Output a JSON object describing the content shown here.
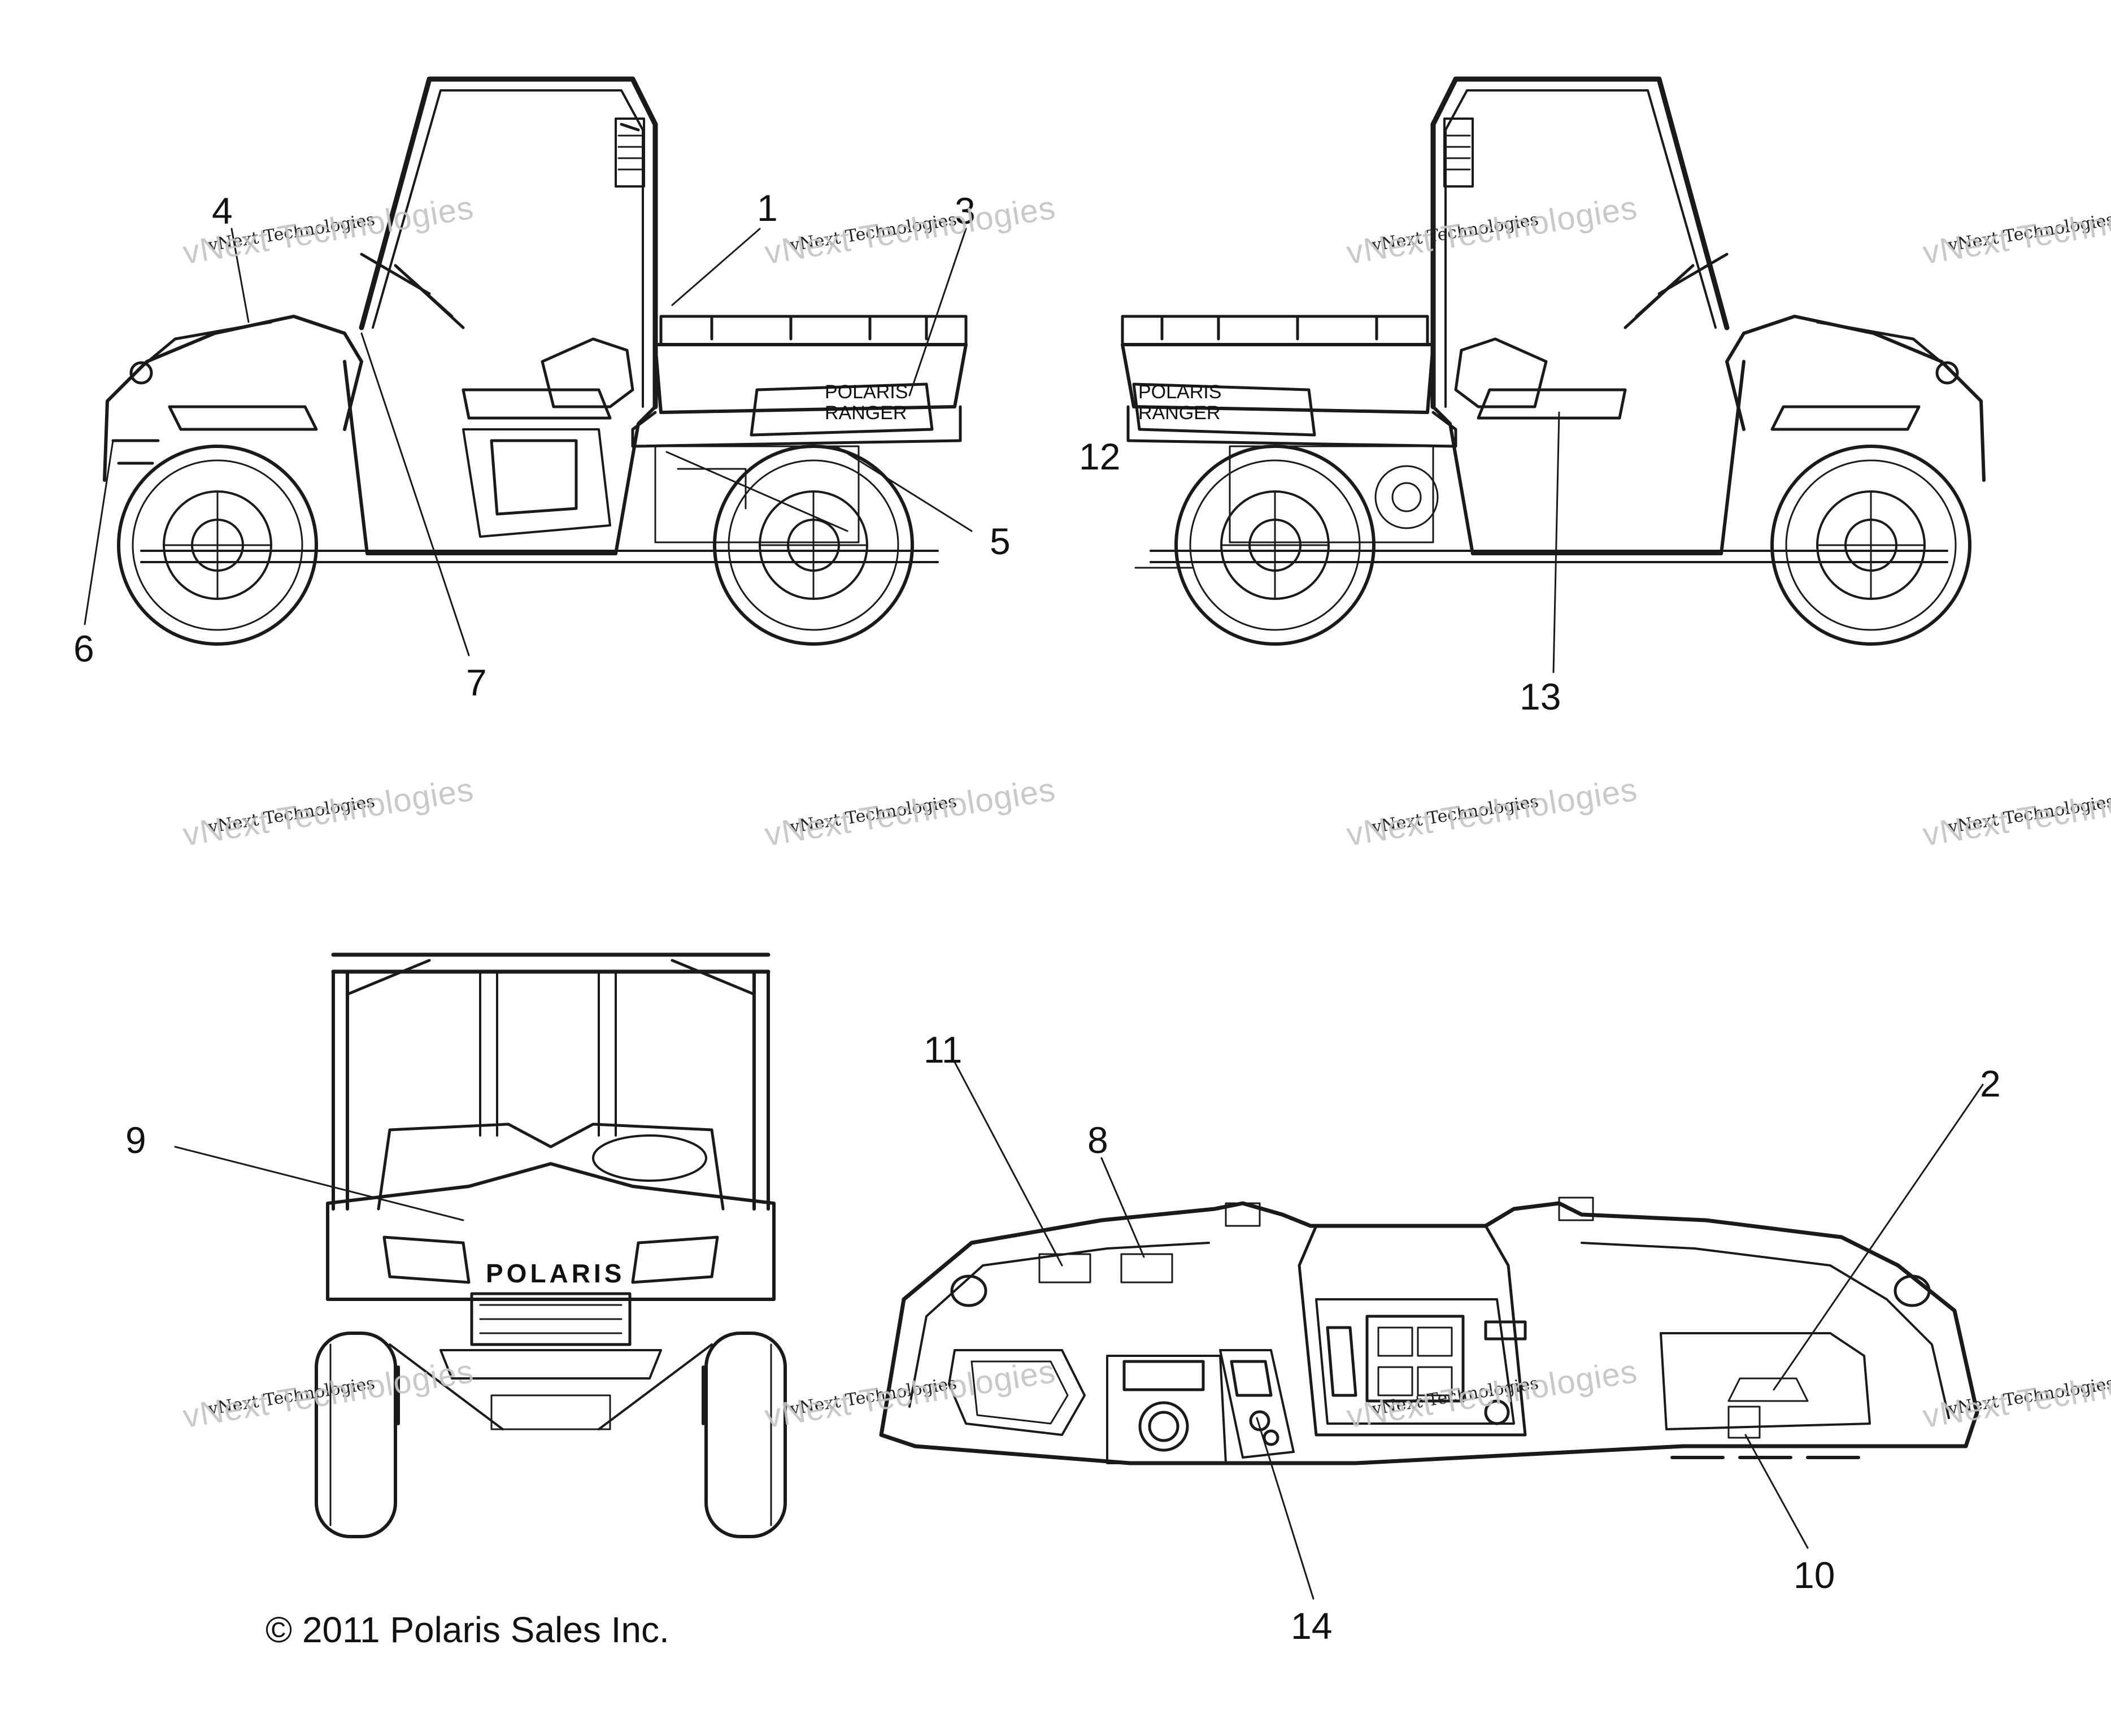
{
  "callouts": [
    "1",
    "2",
    "3",
    "4",
    "5",
    "6",
    "7",
    "8",
    "9",
    "10",
    "11",
    "12",
    "13",
    "14"
  ],
  "vehicle_text": {
    "ranger_left": "RANGER",
    "ranger_right": "RANGER",
    "polaris_front": "POLARIS"
  },
  "watermark": {
    "big": "vNext Technologies",
    "small": "vNext Technologies"
  },
  "copyright": "© 2011 Polaris Sales Inc."
}
